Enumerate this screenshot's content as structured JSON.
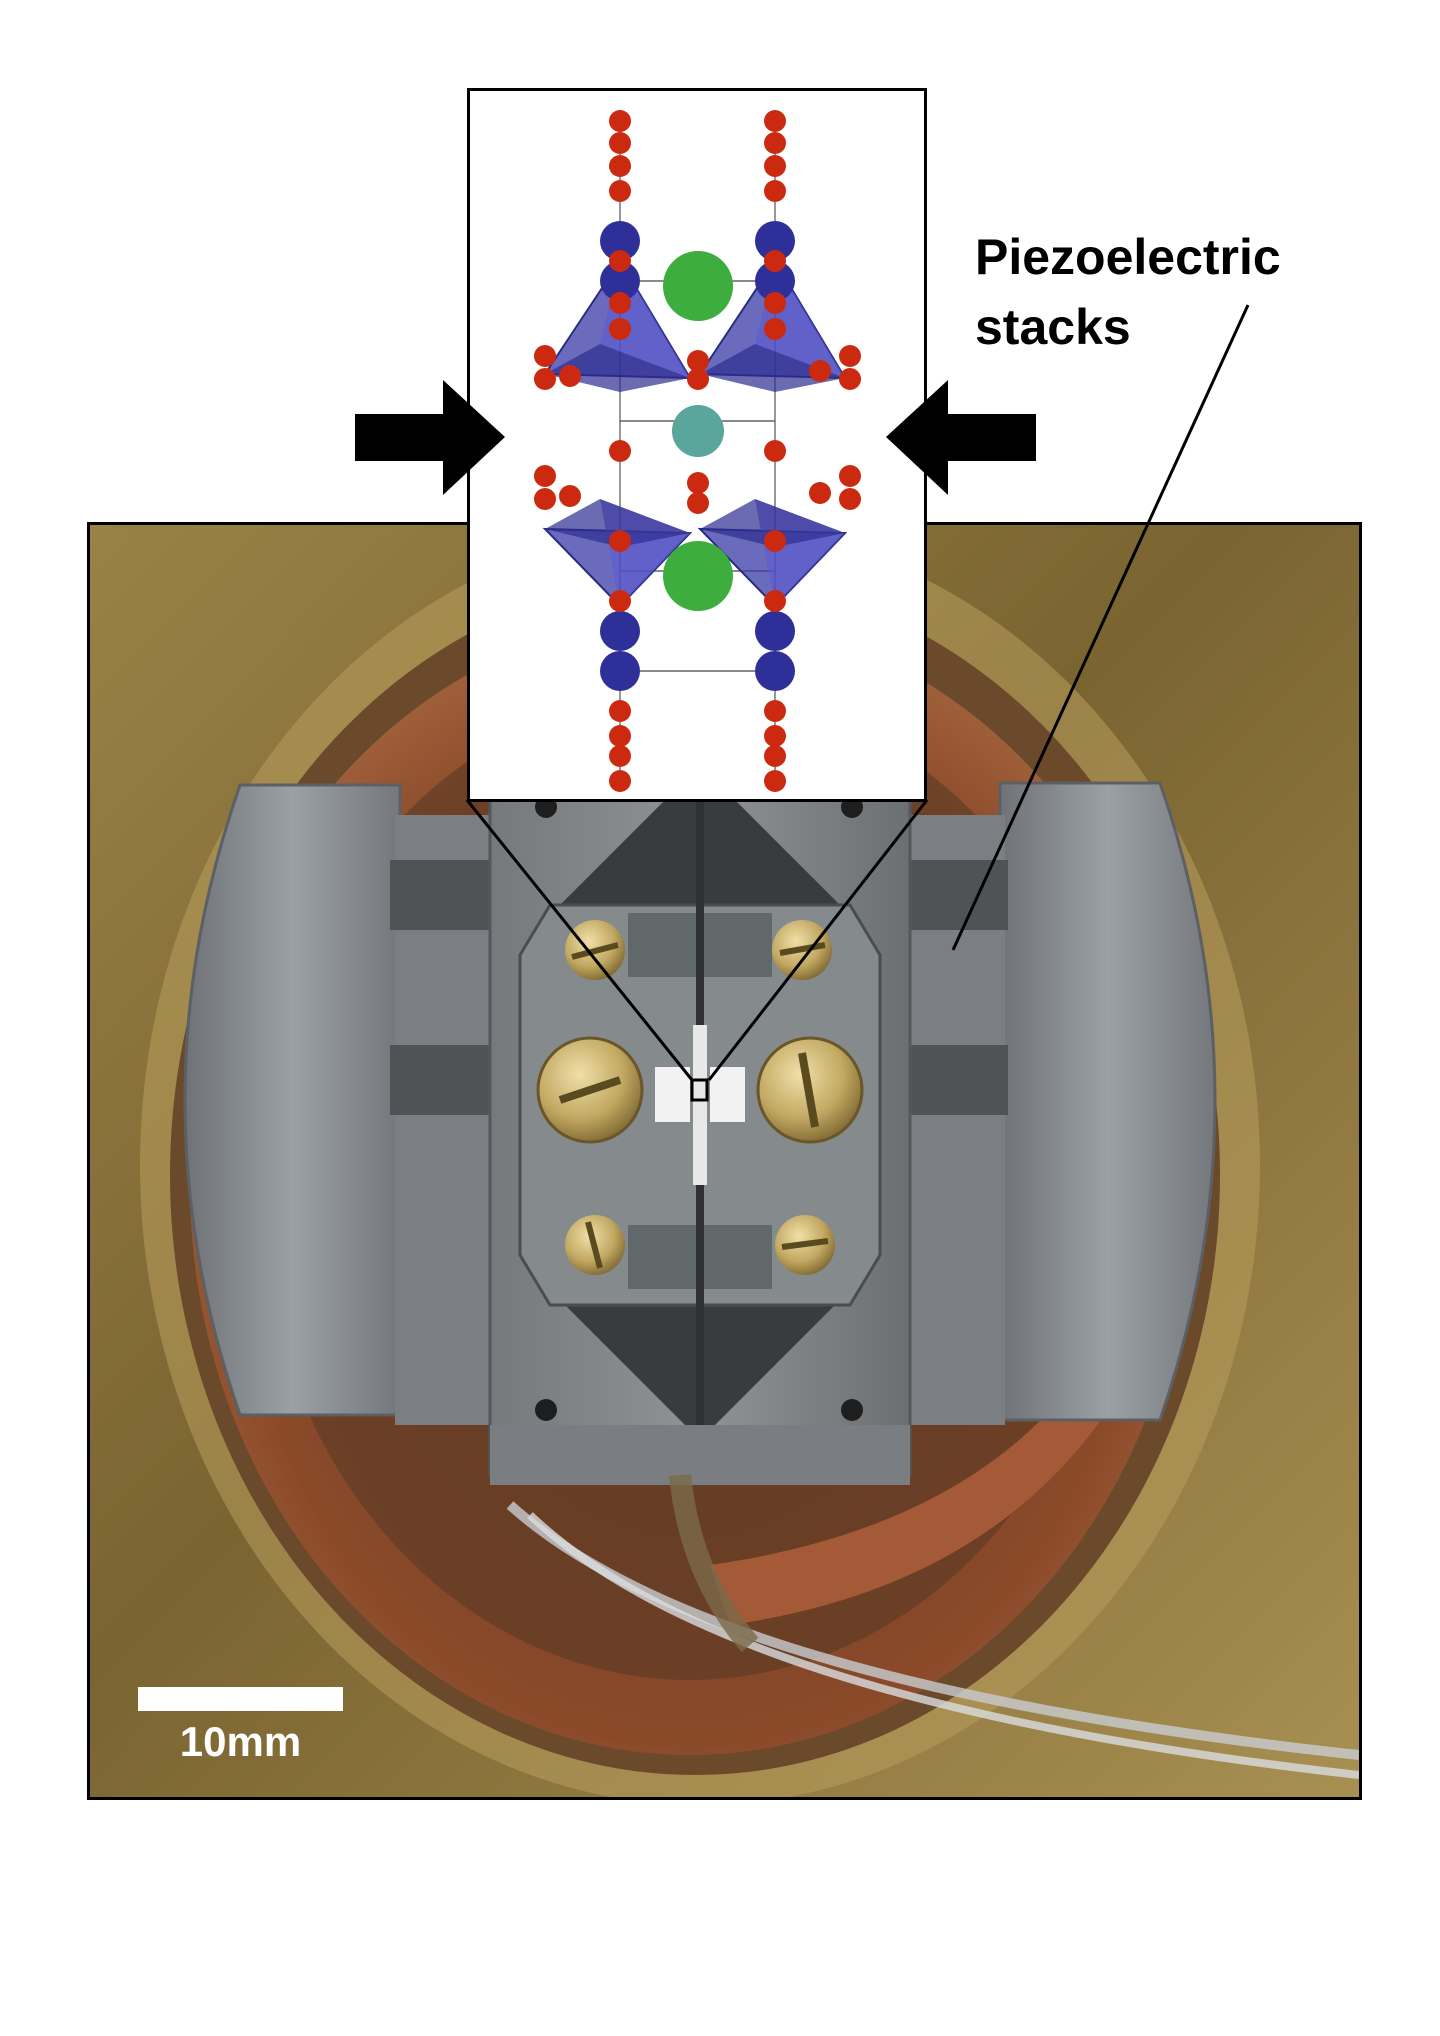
{
  "annotation": {
    "piezo_line1": "Piezoelectric",
    "piezo_line2": "stacks"
  },
  "scale": {
    "label": "10mm"
  },
  "colors": {
    "octahedron": "#3a3aa8",
    "oxygen": "#cc2a10",
    "metal_site": "#2f2f9a",
    "a_site_large": "#3dae3d",
    "a_site_center": "#5aa59c",
    "copper": "#8a4a2a",
    "brass": "#b49a55",
    "steel": "#8a8e92"
  },
  "icons": {
    "left_arrow": "compression-arrow-right",
    "right_arrow": "compression-arrow-left"
  }
}
